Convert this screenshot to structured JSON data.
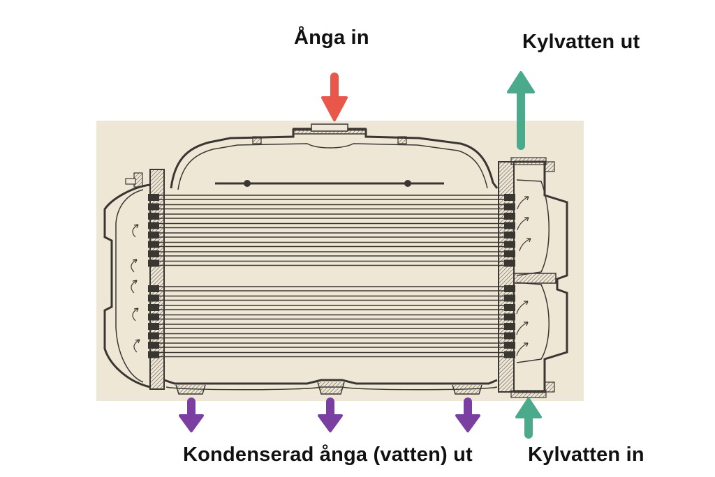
{
  "labels": {
    "steam_in": "Ånga in",
    "cooling_water_out": "Kylvatten ut",
    "condensed_steam_out": "Kondenserad ånga (vatten) ut",
    "cooling_water_in": "Kylvatten in"
  },
  "colors": {
    "steam_arrow": "#e8574a",
    "cooling_arrow": "#4caa8c",
    "condensate_arrow": "#7a3fa0",
    "paper": "#efe7d6",
    "ink": "#3a3632"
  },
  "diagram": {
    "type": "surface condenser cross-section",
    "upper_tube_count": 8,
    "lower_tube_count": 8,
    "condensate_outlet_count": 3
  }
}
